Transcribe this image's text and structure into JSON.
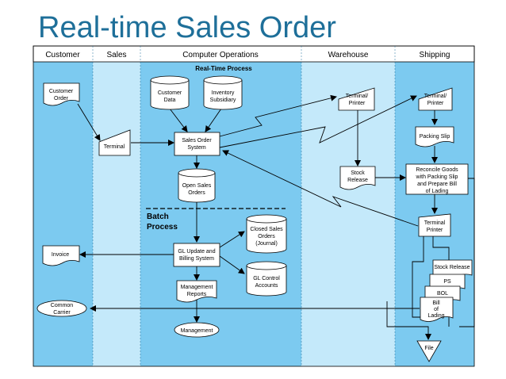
{
  "title": "Real-time Sales Order",
  "lanes": [
    "Customer",
    "Sales",
    "Computer Operations",
    "Warehouse",
    "Shipping"
  ],
  "sections": {
    "realtime": "Real-Time Process",
    "batch": [
      "Batch",
      "Process"
    ]
  },
  "nodes": {
    "customer_order": [
      "Customer",
      "Order"
    ],
    "terminal_sales": [
      "Terminal"
    ],
    "customer_data": [
      "Customer",
      "Data"
    ],
    "inventory_subsidiary": [
      "Inventory",
      "Subsidiary"
    ],
    "sales_order_system": [
      "Sales Order",
      "System"
    ],
    "open_sales_orders": [
      "Open Sales",
      "Orders"
    ],
    "closed_sales_orders": [
      "Closed Sales",
      "Orders",
      "(Journal)"
    ],
    "gl_update": [
      "GL Update and",
      "Billing System"
    ],
    "gl_control": [
      "GL Control",
      "Accounts"
    ],
    "management_reports": [
      "Management",
      "Reports"
    ],
    "management": [
      "Management"
    ],
    "invoice": [
      "Invoice"
    ],
    "common_carrier": [
      "Common",
      "Carrier"
    ],
    "terminal_printer_wh": [
      "Terminal/",
      "Printer"
    ],
    "stock_release": [
      "Stock",
      "Release"
    ],
    "terminal_printer_ship": [
      "Terminal/",
      "Printer"
    ],
    "packing_slip": [
      "Packing Slip"
    ],
    "reconcile": [
      "Reconcile Goods",
      "with Packing Slip",
      "and Prepare Bill",
      "of Lading"
    ],
    "terminal_printer_ship2": [
      "Terminal",
      "Printer"
    ],
    "stack_stock_release": [
      "Stock Release"
    ],
    "stack_ps": [
      "PS"
    ],
    "stack_bol": [
      "BOL"
    ],
    "bill_of_lading": [
      "Bill",
      "of",
      "Lading"
    ],
    "file": [
      "File"
    ]
  }
}
